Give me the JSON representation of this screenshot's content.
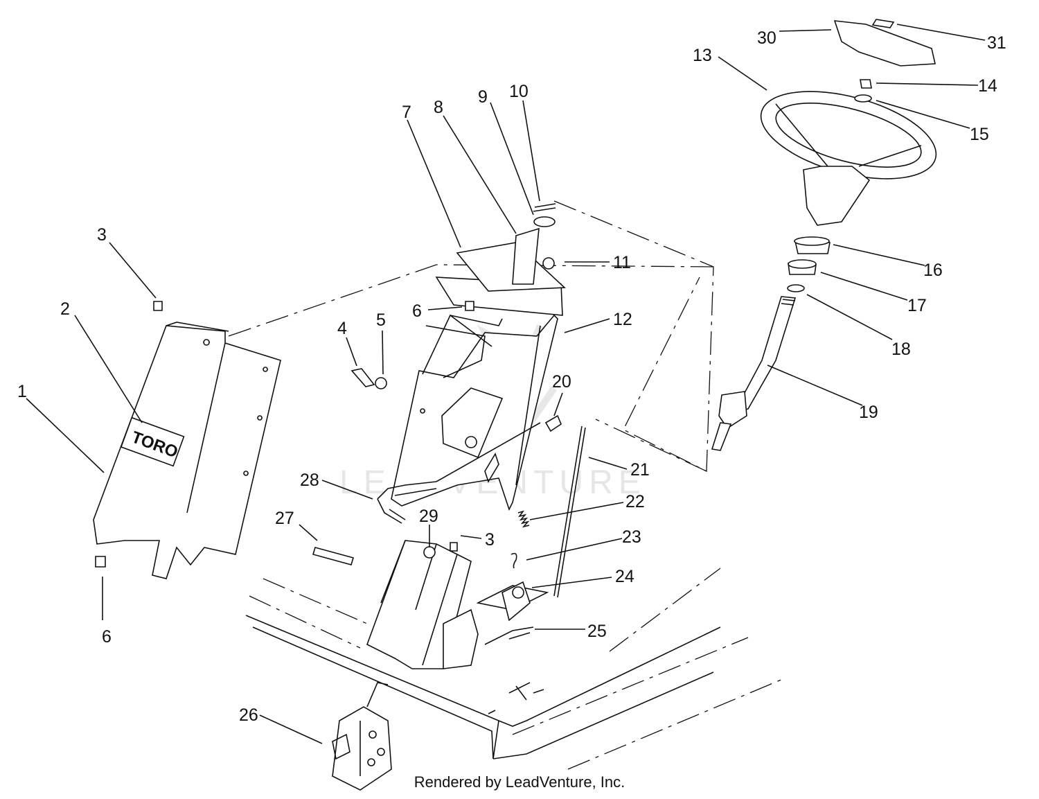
{
  "diagram": {
    "watermark": "LEADVENTURE",
    "brand_plate": "TORO",
    "credit": "Rendered by LeadVenture, Inc.",
    "callouts": [
      {
        "id": "c1",
        "text": "1"
      },
      {
        "id": "c2",
        "text": "2"
      },
      {
        "id": "c3a",
        "text": "3"
      },
      {
        "id": "c3b",
        "text": "3"
      },
      {
        "id": "c4",
        "text": "4"
      },
      {
        "id": "c5",
        "text": "5"
      },
      {
        "id": "c6a",
        "text": "6"
      },
      {
        "id": "c6b",
        "text": "6"
      },
      {
        "id": "c7",
        "text": "7"
      },
      {
        "id": "c8",
        "text": "8"
      },
      {
        "id": "c9",
        "text": "9"
      },
      {
        "id": "c10",
        "text": "10"
      },
      {
        "id": "c11",
        "text": "11"
      },
      {
        "id": "c12",
        "text": "12"
      },
      {
        "id": "c13",
        "text": "13"
      },
      {
        "id": "c14",
        "text": "14"
      },
      {
        "id": "c15",
        "text": "15"
      },
      {
        "id": "c16",
        "text": "16"
      },
      {
        "id": "c17",
        "text": "17"
      },
      {
        "id": "c18",
        "text": "18"
      },
      {
        "id": "c19",
        "text": "19"
      },
      {
        "id": "c20",
        "text": "20"
      },
      {
        "id": "c21",
        "text": "21"
      },
      {
        "id": "c22",
        "text": "22"
      },
      {
        "id": "c23",
        "text": "23"
      },
      {
        "id": "c24",
        "text": "24"
      },
      {
        "id": "c25",
        "text": "25"
      },
      {
        "id": "c26",
        "text": "26"
      },
      {
        "id": "c27",
        "text": "27"
      },
      {
        "id": "c28",
        "text": "28"
      },
      {
        "id": "c29",
        "text": "29"
      },
      {
        "id": "c30",
        "text": "30"
      },
      {
        "id": "c31",
        "text": "31"
      }
    ]
  }
}
